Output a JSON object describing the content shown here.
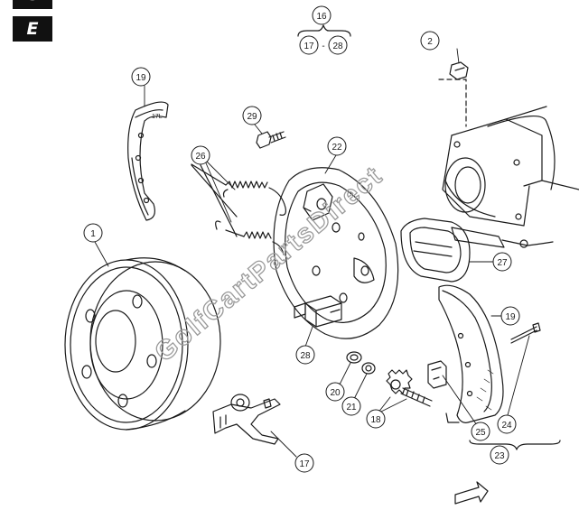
{
  "section_tabs": [
    "G",
    "E"
  ],
  "watermark": "GolfCartPartsDirect",
  "callouts": [
    {
      "id": "1",
      "label": "1"
    },
    {
      "id": "2",
      "label": "2"
    },
    {
      "id": "16",
      "label": "16"
    },
    {
      "id": "17",
      "label": "17"
    },
    {
      "id": "17-range",
      "label": "17"
    },
    {
      "id": "18",
      "label": "18"
    },
    {
      "id": "19a",
      "label": "19"
    },
    {
      "id": "19b",
      "label": "19"
    },
    {
      "id": "20",
      "label": "20"
    },
    {
      "id": "21",
      "label": "21"
    },
    {
      "id": "22",
      "label": "22"
    },
    {
      "id": "23",
      "label": "23"
    },
    {
      "id": "24",
      "label": "24"
    },
    {
      "id": "25",
      "label": "25"
    },
    {
      "id": "26",
      "label": "26"
    },
    {
      "id": "27",
      "label": "27"
    },
    {
      "id": "28a",
      "label": "28"
    },
    {
      "id": "28-range",
      "label": "28"
    },
    {
      "id": "29",
      "label": "29"
    }
  ],
  "range_separator": "-",
  "shoe_mark": "17L",
  "colors": {
    "ink": "#1a1a1a",
    "watermark": "#9a9a9a",
    "tab_bg": "#111111"
  }
}
